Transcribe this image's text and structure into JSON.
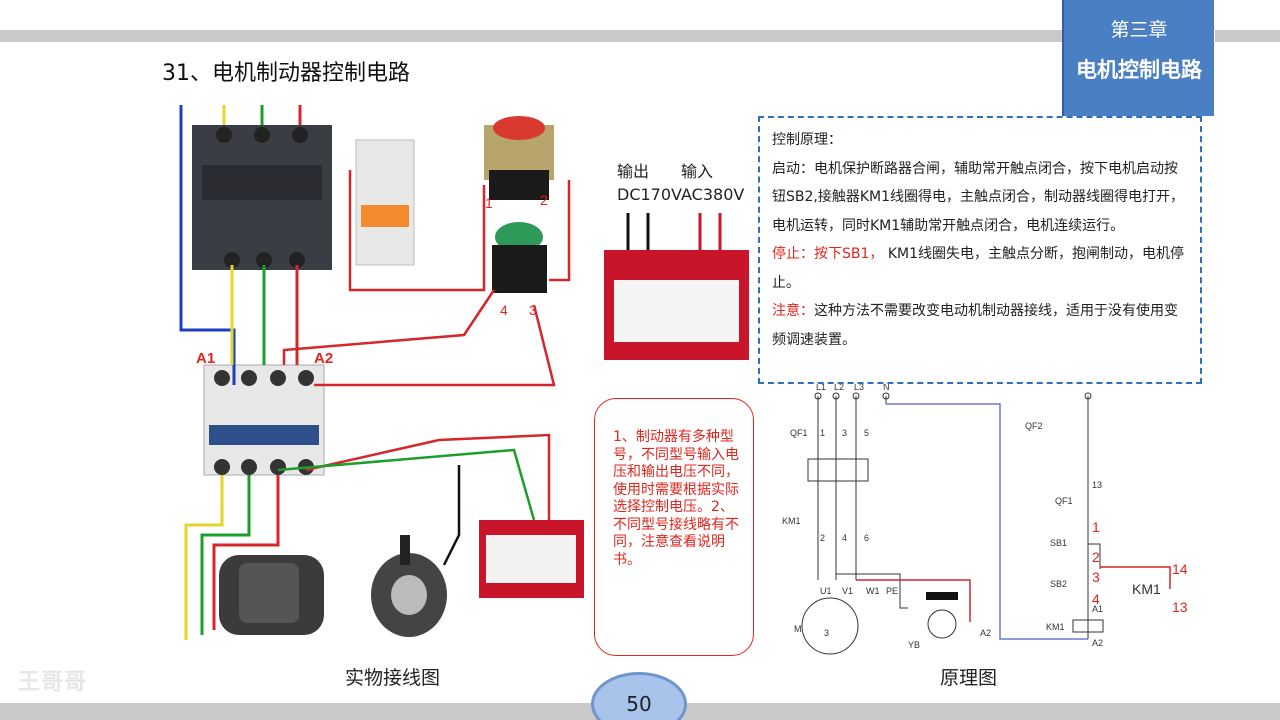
{
  "chapter": {
    "number": "第三章",
    "title": "电机控制电路"
  },
  "page_title": "31、电机制动器控制电路",
  "photo_panel": {
    "caption": "实物接线图",
    "labels": {
      "a1": "A1",
      "a2": "A2",
      "pb1": "1",
      "pb2": "2",
      "pb4": "4",
      "pb3": "3"
    }
  },
  "rectifier": {
    "output_label": "输出",
    "input_label": "输入",
    "output_voltage": "DC170V",
    "input_voltage": "AC380V"
  },
  "principle": {
    "heading": "控制原理：",
    "start": "启动：电机保护断路器合闸，辅助常开触点闭合，按下电机启动按钮SB2,接触器KM1线圈得电，主触点闭合，制动器线圈得电打开，电机运转，同时KM1辅助常开触点闭合，电机连续运行。",
    "stop_red": "停止：按下SB1，",
    "stop_black": " KM1线圈失电，主触点分断，抱闸制动，电机停止。",
    "note_red": "注意：",
    "note_black": "这种方法不需要改变电动机制动器接线，适用于没有使用变频调速装置。"
  },
  "note_bubble": "1、制动器有多种型号，不同型号输入电压和输出电压不同，使用时需要根据实际选择控制电压。2、不同型号接线略有不同，注意查看说明书。",
  "schematic": {
    "caption": "原理图",
    "labels": {
      "l1": "L1",
      "l2": "L2",
      "l3": "L3",
      "n": "N",
      "qf1": "QF1",
      "qf2": "QF2",
      "km1": "KM1",
      "qf1b": "QF1",
      "sb1": "SB1",
      "sb2": "SB2",
      "km1coil": "KM1",
      "km1aux": "KM1",
      "m": "M",
      "m3": "3",
      "u1": "U1",
      "v1": "V1",
      "w1": "W1",
      "pe": "PE",
      "yb": "YB",
      "a2": "A2",
      "a1": "A1",
      "a2b": "A2",
      "n1": "1",
      "n3": "3",
      "n5": "5",
      "n2": "2",
      "n4": "4",
      "n6": "6",
      "n13": "13",
      "r1": "1",
      "r2": "2",
      "r3": "3",
      "r4": "4",
      "r14": "14",
      "r13": "13"
    }
  },
  "page_number": "50",
  "watermark": "王哥哥"
}
